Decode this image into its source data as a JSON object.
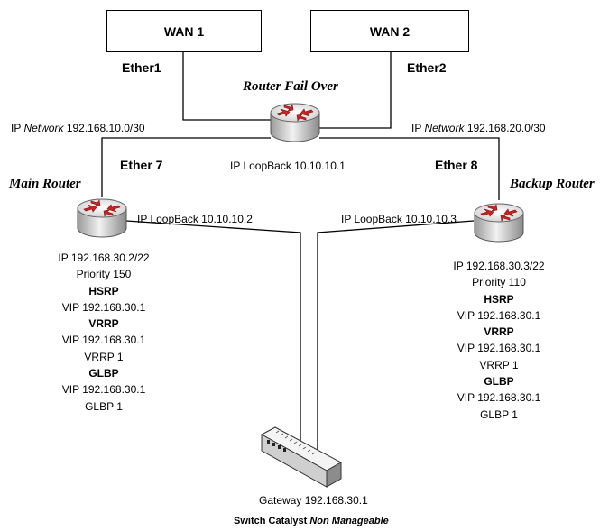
{
  "wan1": "WAN 1",
  "wan2": "WAN 2",
  "ether1": "Ether1",
  "ether2": "Ether2",
  "ether7": "Ether 7",
  "ether8": "Ether 8",
  "router_failover": {
    "title": "Router Fail Over",
    "loopback": "IP LoopBack 10.10.10.1"
  },
  "net_left": {
    "prefix": "IP ",
    "italic": "Network",
    "suffix": " 192.168.10.0/30"
  },
  "net_right": {
    "prefix": "IP ",
    "italic": "Network",
    "suffix": " 192.168.20.0/30"
  },
  "main_router": {
    "title": "Main Router",
    "loopback": "IP LoopBack 10.10.10.2",
    "ip": "IP  192.168.30.2/22",
    "priority": "Priority 150",
    "hsrp": "HSRP",
    "hsrp_vip": "VIP 192.168.30.1",
    "vrrp": "VRRP",
    "vrrp_vip": "VIP 192.168.30.1",
    "vrrp_group": "VRRP 1",
    "glbp": "GLBP",
    "glbp_vip": "VIP 192.168.30.1",
    "glbp_group": "GLBP 1"
  },
  "backup_router": {
    "title": "Backup Router",
    "loopback": "IP LoopBack 10.10.10.3",
    "ip": "IP  192.168.30.3/22",
    "priority": "Priority 110",
    "hsrp": "HSRP",
    "hsrp_vip": "VIP 192.168.30.1",
    "vrrp": "VRRP",
    "vrrp_vip": "VIP 192.168.30.1",
    "vrrp_group": "VRRP 1",
    "glbp": "GLBP",
    "glbp_vip": "VIP 192.168.30.1",
    "glbp_group": "GLBP 1"
  },
  "switch": {
    "gateway": "Gateway 192.168.30.1",
    "name_prefix": "Switch Catalyst ",
    "name_italic": "Non Manageable"
  },
  "colors": {
    "arrow": "#cc2222",
    "router_body": "#d9d9d9",
    "line": "#000000"
  }
}
